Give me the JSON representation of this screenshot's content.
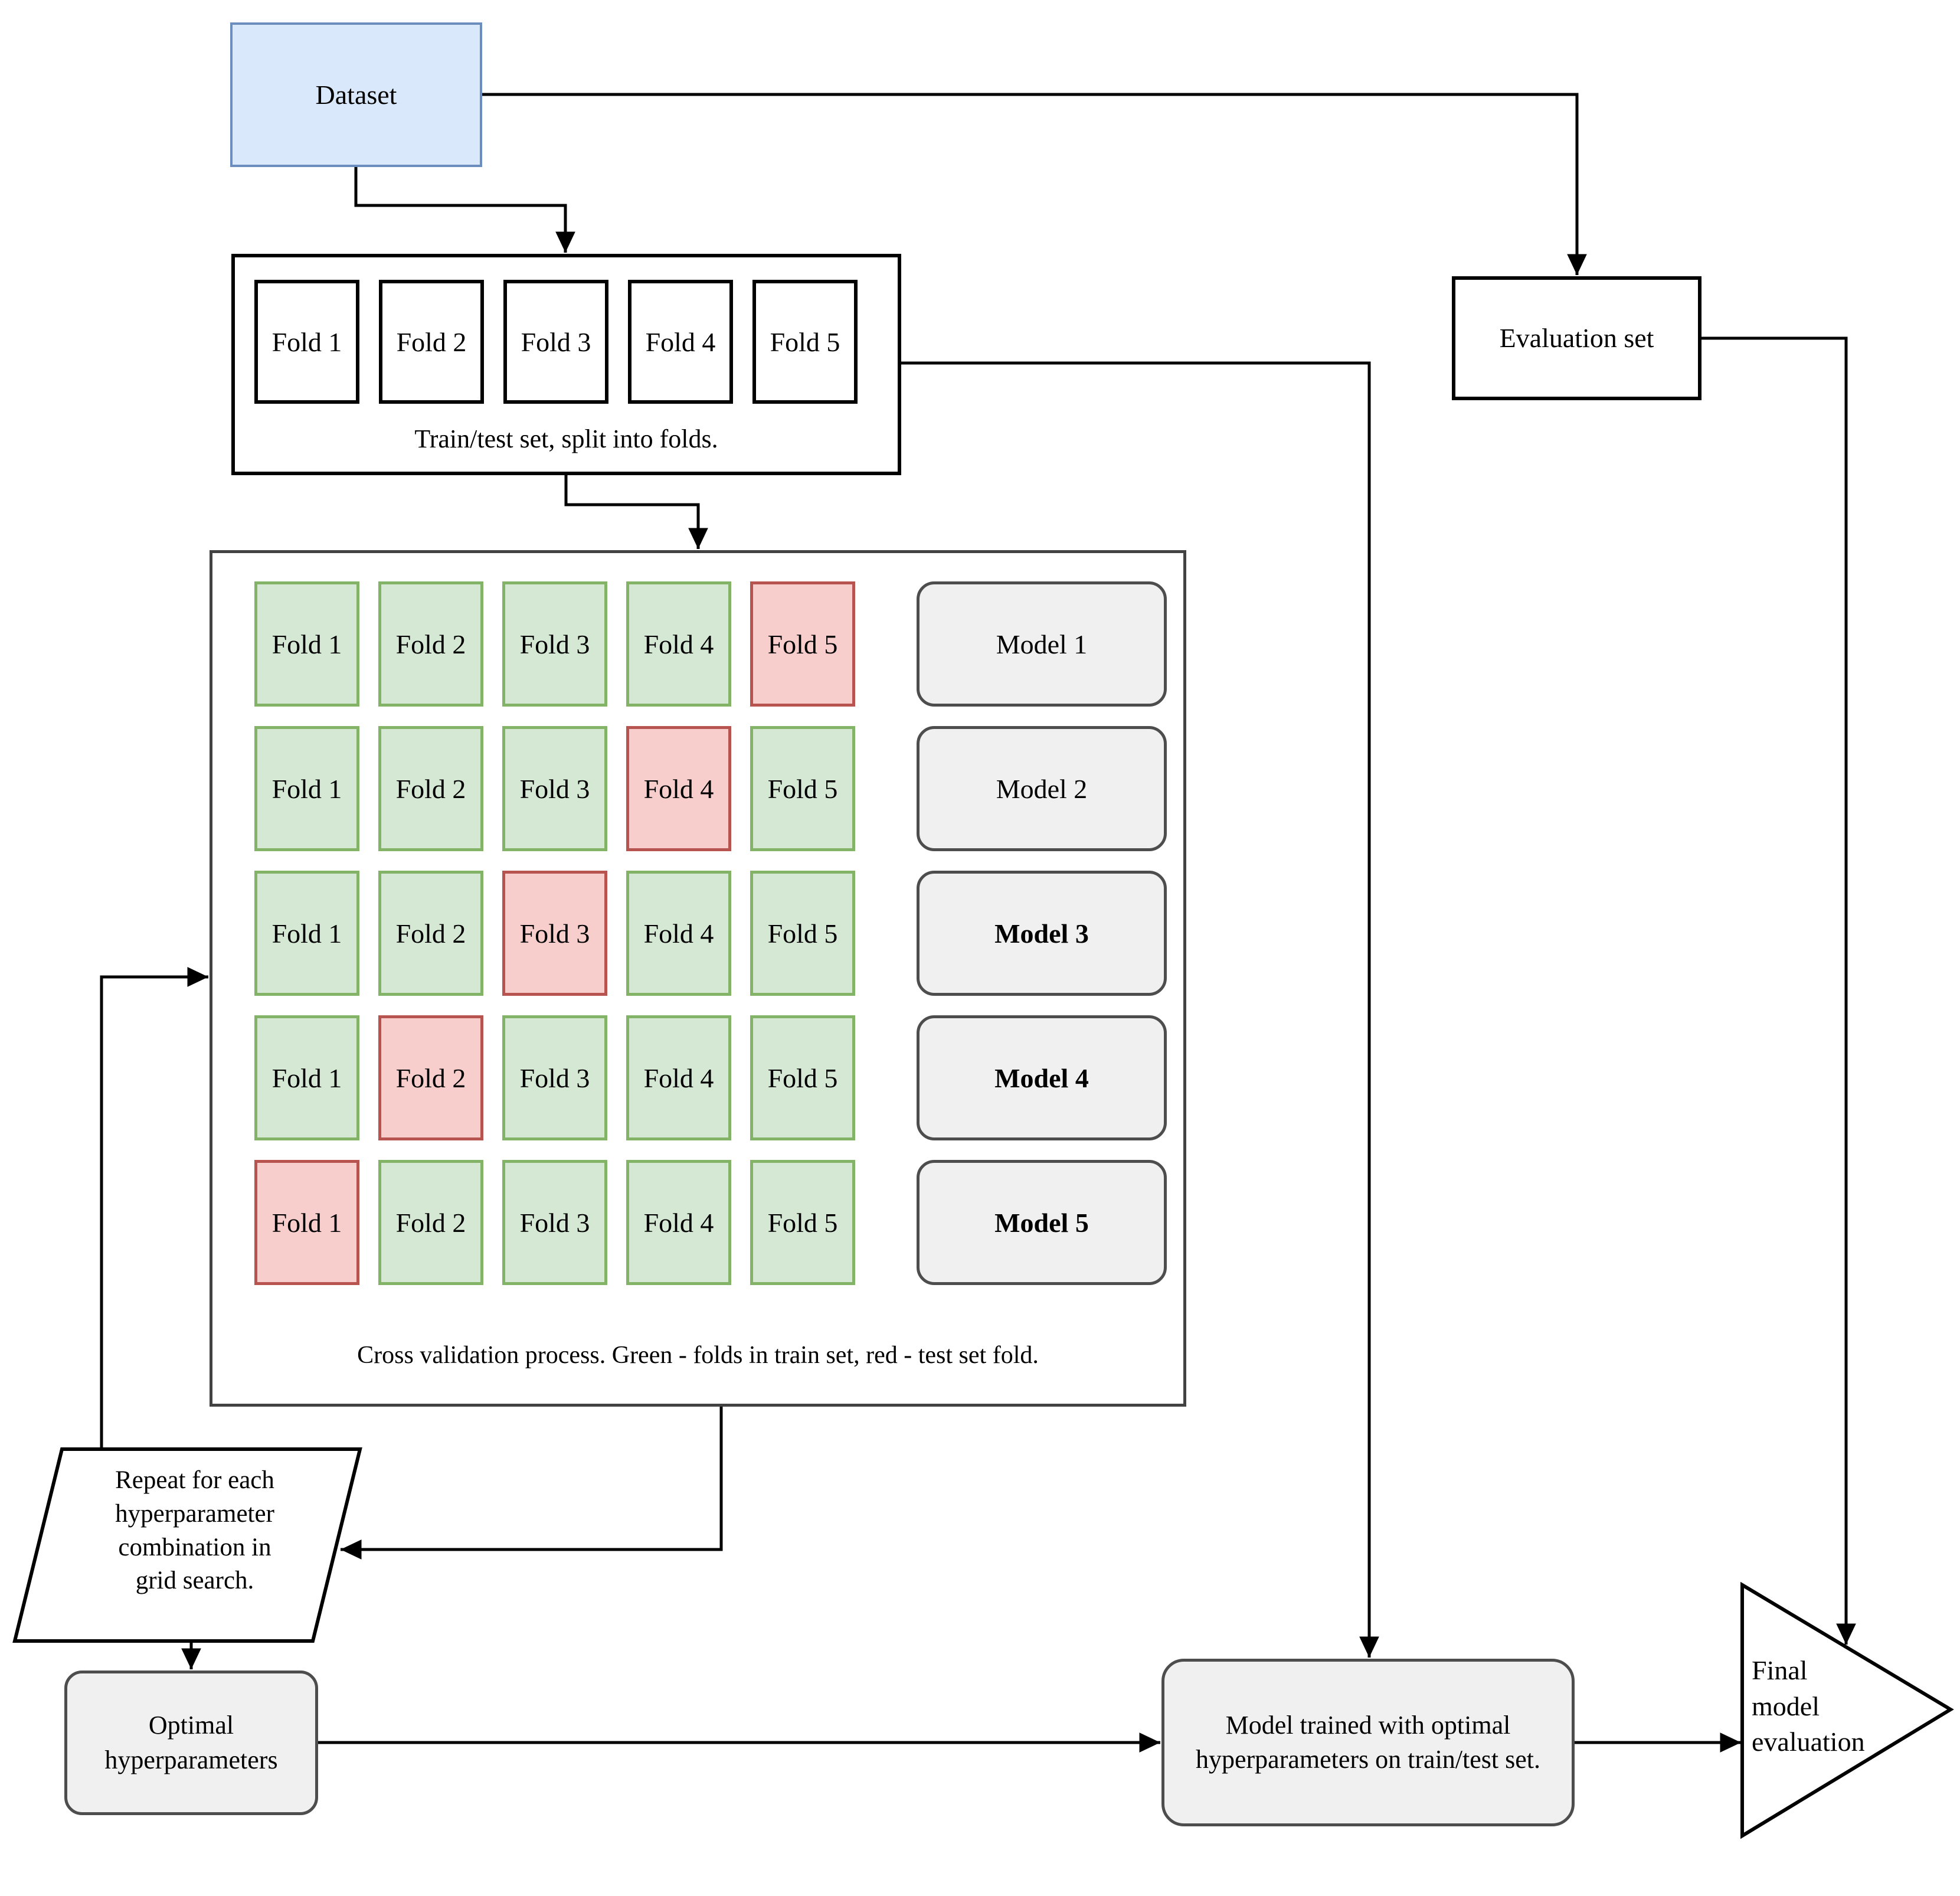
{
  "nodes": {
    "dataset": {
      "label": "Dataset"
    },
    "train_test": {
      "caption": "Train/test set, split into folds.",
      "folds": [
        "Fold 1",
        "Fold 2",
        "Fold 3",
        "Fold 4",
        "Fold 5"
      ]
    },
    "evaluation": {
      "label": "Evaluation set"
    },
    "cross_validation": {
      "caption": "Cross validation process. Green - folds in train set, red - test set fold.",
      "rows": [
        {
          "folds": [
            {
              "label": "Fold 1",
              "state": "train"
            },
            {
              "label": "Fold 2",
              "state": "train"
            },
            {
              "label": "Fold 3",
              "state": "train"
            },
            {
              "label": "Fold 4",
              "state": "train"
            },
            {
              "label": "Fold 5",
              "state": "test"
            }
          ],
          "model": {
            "label": "Model 1",
            "bold": "false"
          }
        },
        {
          "folds": [
            {
              "label": "Fold 1",
              "state": "train"
            },
            {
              "label": "Fold 2",
              "state": "train"
            },
            {
              "label": "Fold 3",
              "state": "train"
            },
            {
              "label": "Fold 4",
              "state": "test"
            },
            {
              "label": "Fold 5",
              "state": "train"
            }
          ],
          "model": {
            "label": "Model 2",
            "bold": "false"
          }
        },
        {
          "folds": [
            {
              "label": "Fold 1",
              "state": "train"
            },
            {
              "label": "Fold 2",
              "state": "train"
            },
            {
              "label": "Fold 3",
              "state": "test"
            },
            {
              "label": "Fold 4",
              "state": "train"
            },
            {
              "label": "Fold 5",
              "state": "train"
            }
          ],
          "model": {
            "label": "Model 3",
            "bold": "true"
          }
        },
        {
          "folds": [
            {
              "label": "Fold 1",
              "state": "train"
            },
            {
              "label": "Fold 2",
              "state": "test"
            },
            {
              "label": "Fold 3",
              "state": "train"
            },
            {
              "label": "Fold 4",
              "state": "train"
            },
            {
              "label": "Fold 5",
              "state": "train"
            }
          ],
          "model": {
            "label": "Model 4",
            "bold": "true"
          }
        },
        {
          "folds": [
            {
              "label": "Fold 1",
              "state": "test"
            },
            {
              "label": "Fold 2",
              "state": "train"
            },
            {
              "label": "Fold 3",
              "state": "train"
            },
            {
              "label": "Fold 4",
              "state": "train"
            },
            {
              "label": "Fold 5",
              "state": "train"
            }
          ],
          "model": {
            "label": "Model 5",
            "bold": "true"
          }
        }
      ]
    },
    "repeat": {
      "lines": [
        "Repeat for each",
        "hyperparameter",
        "combination in",
        "grid search."
      ]
    },
    "optimal": {
      "lines": [
        "Optimal",
        "hyperparameters"
      ]
    },
    "trained_model": {
      "lines": [
        "Model trained with optimal",
        "hyperparameters on train/test set."
      ]
    },
    "final_evaluation": {
      "lines": [
        "Final",
        "model",
        "evaluation"
      ]
    }
  },
  "colors": {
    "dataset_fill": "#dae8fc",
    "dataset_border": "#6c8ebf",
    "train_fold_fill": "#d5e8d4",
    "train_fold_border": "#82b366",
    "test_fold_fill": "#f8cecc",
    "test_fold_border": "#b85450",
    "model_fill": "#f0f0f0",
    "model_border": "#4d4d4d",
    "plain_fill": "#ffffff",
    "line": "#000000",
    "cv_border": "#424242"
  }
}
